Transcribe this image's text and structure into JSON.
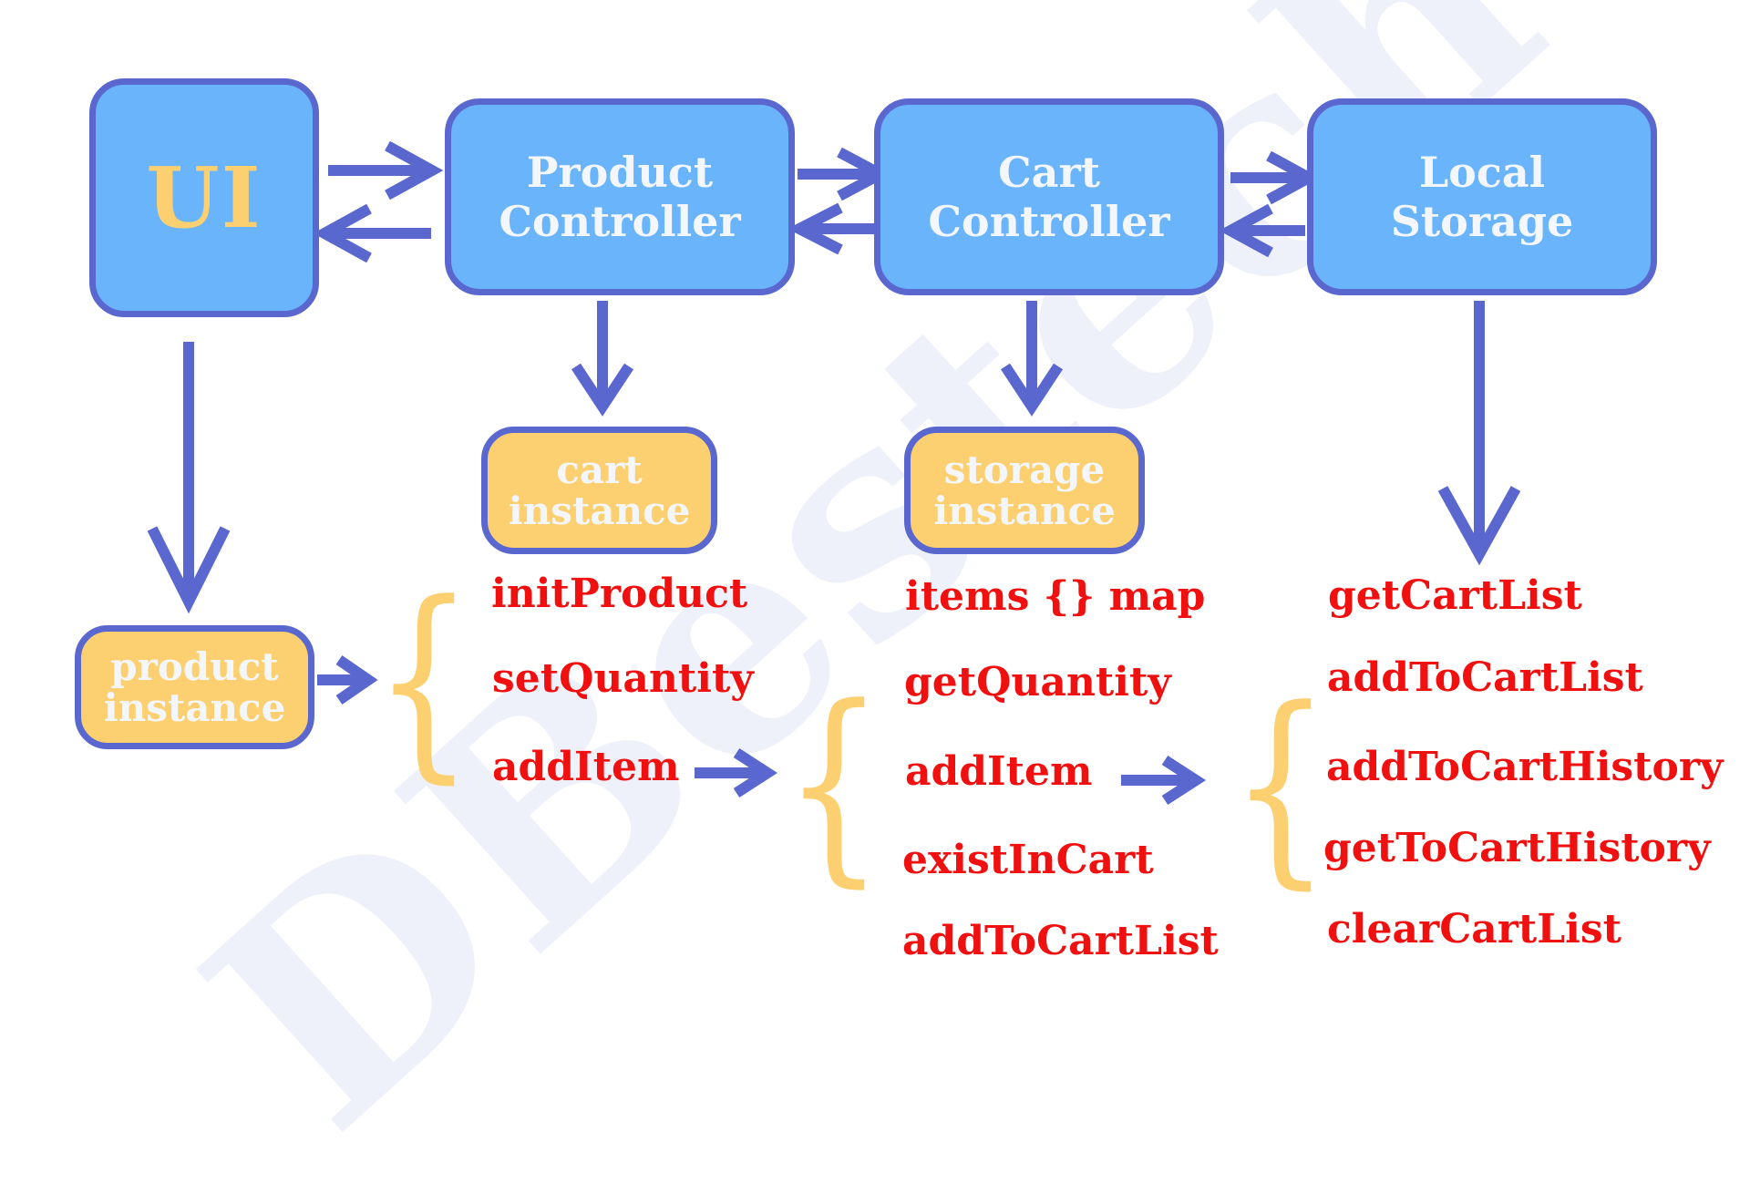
{
  "watermark": "DBestech",
  "colors": {
    "box_blue": "#6ab4fc",
    "box_yellow": "#fcd070",
    "border": "#5a67cf",
    "arrow": "#5a67cf",
    "method_red": "#f01010",
    "box_text": "#f3f6fb",
    "ui_text": "#fcd070"
  },
  "nodes": {
    "ui": {
      "lines": [
        "UI"
      ]
    },
    "product_controller": {
      "lines": [
        "Product",
        "Controller"
      ]
    },
    "cart_controller": {
      "lines": [
        "Cart",
        "Controller"
      ]
    },
    "local_storage": {
      "lines": [
        "Local",
        "Storage"
      ]
    },
    "product_instance": {
      "lines": [
        "product",
        "instance"
      ]
    },
    "cart_instance": {
      "lines": [
        "cart",
        "instance"
      ]
    },
    "storage_instance": {
      "lines": [
        "storage",
        "instance"
      ]
    }
  },
  "methods": {
    "product": [
      "initProduct",
      "setQuantity",
      "addItem"
    ],
    "cart": [
      "items {} map",
      "getQuantity",
      "addItem",
      "existInCart",
      "addToCartList"
    ],
    "storage": [
      "getCartList",
      "addToCartList",
      "addToCartHistory",
      "getToCartHistory",
      "clearCartList"
    ]
  },
  "brace_glyph": "{"
}
